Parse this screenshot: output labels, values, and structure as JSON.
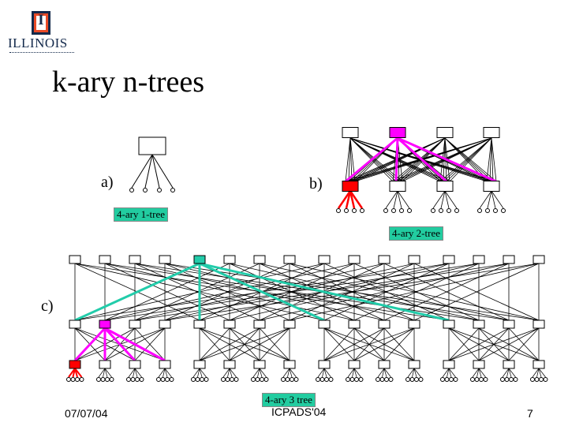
{
  "logo": {
    "mark_letter": "I",
    "wordmark": "ILLINOIS"
  },
  "slide": {
    "title": "k-ary n-trees"
  },
  "labels": {
    "a": "a)",
    "b": "b)",
    "c": "c)"
  },
  "captions": {
    "tree1": "4-ary 1-tree",
    "tree2": "4-ary 2-tree",
    "tree3": "4-ary 3 tree"
  },
  "footer": {
    "date": "07/07/04",
    "venue": "ICPADS'04",
    "page": "7"
  },
  "colors": {
    "highlight_switch": "#ff00ff",
    "source_node": "#ff0000",
    "teal_path": "#22ccaa",
    "caption_bg": "#22cca0"
  }
}
